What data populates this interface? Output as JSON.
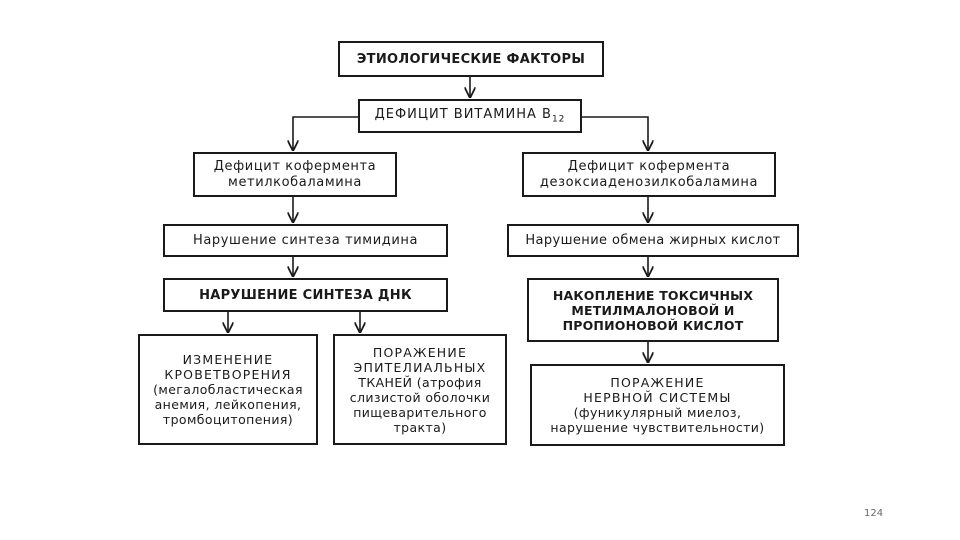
{
  "diagram": {
    "title": "ЭТИОЛОГИЧЕСКИЕ ФАКТОРЫ",
    "root": {
      "text": "ДЕФИЦИТ ВИТАМИНА B",
      "sub": "12"
    },
    "left": {
      "coenzyme": [
        "Дефицит кофермента",
        "метилкобаламина"
      ],
      "synthesis": "Нарушение синтеза тимидина",
      "dna": "НАРУШЕНИЕ СИНТЕЗА ДНК",
      "hematopoiesis": {
        "heading": [
          "ИЗМЕНЕНИЕ",
          "КРОВЕТВОРЕНИЯ"
        ],
        "details": [
          "(мегалобластическая",
          "анемия, лейкопения,",
          "тромбоцитопения)"
        ]
      },
      "epithelial": {
        "heading": [
          "ПОРАЖЕНИЕ",
          "ЭПИТЕЛИАЛЬНЫХ"
        ],
        "details": [
          "ТКАНЕЙ (атрофия",
          "слизистой оболочки",
          "пищеварительного",
          "тракта)"
        ]
      }
    },
    "right": {
      "coenzyme": [
        "Дефицит кофермента",
        "дезоксиаденозилкобаламина"
      ],
      "metabolism": "Нарушение обмена жирных кислот",
      "accumulation": [
        "НАКОПЛЕНИЕ ТОКСИЧНЫХ",
        "МЕТИЛМАЛОНОВОЙ И",
        "ПРОПИОНОВОЙ КИСЛОТ"
      ],
      "nervous": {
        "heading": [
          "ПОРАЖЕНИЕ",
          "НЕРВНОЙ СИСТЕМЫ"
        ],
        "details": [
          "(фуникулярный миелоз,",
          "нарушение чувствительности)"
        ]
      }
    }
  },
  "page_number": "124"
}
